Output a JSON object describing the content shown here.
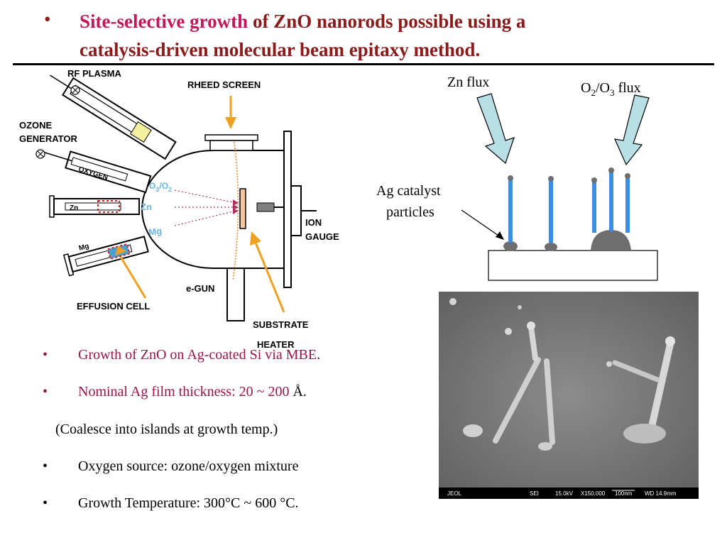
{
  "title": {
    "bullet": "•",
    "accent": "Site-selective growth",
    "rest_line1": " of ZnO nanorods possible using a",
    "line2": "catalysis-driven molecular beam epitaxy method."
  },
  "mbe_diagram": {
    "rf_plasma": "RF PLASMA",
    "rheed_screen": "RHEED SCREEN",
    "ozone_generator_1": "OZONE",
    "ozone_generator_2": "GENERATOR",
    "oxygen": "OXYGEN",
    "zn_cell": "Zn",
    "mg_cell": "Mg",
    "beam_o3o2_base": "O",
    "beam_o3o2_sub1": "3",
    "beam_o3o2_sep": "/O",
    "beam_o3o2_sub2": "2",
    "beam_zn": "Zn",
    "beam_mg": "Mg",
    "ion_gauge_1": "ION",
    "ion_gauge_2": "GAUGE",
    "egun": "e-GUN",
    "effusion_cell": "EFFUSION CELL",
    "substrate_heater_1": "SUBSTRATE",
    "substrate_heater_2": "HEATER"
  },
  "growth_schematic": {
    "zn_flux": "Zn flux",
    "o_flux_o": "O",
    "o_flux_sub1": "2",
    "o_flux_mid": "/O",
    "o_flux_sub2": "3",
    "o_flux_end": " flux",
    "ag_label_1": "Ag catalyst",
    "ag_label_2": "particles"
  },
  "sem": {
    "brand": "JEOL",
    "mode": "SEI",
    "voltage": "15.0kV",
    "magnification": "X150,000",
    "scale": "100nm",
    "wd": "WD 14.9mm"
  },
  "bullets": {
    "b1": "Growth  of ZnO on Ag-coated Si via MBE",
    "b1_end": ".",
    "b2": "Nominal Ag film thickness: 20 ~ 200",
    "b2_end": " Å.",
    "b2_sub": "(Coalesce into islands at growth temp.)",
    "b3": "Oxygen source: ozone/oxygen mixture",
    "b4": "Growth Temperature: 300°C ~ 600 °C.",
    "marker": "•"
  },
  "colors": {
    "title": "#8b1a1a",
    "accent": "#c0185a",
    "beam_label": "#69b6e0",
    "arrow_orange": "#f0a020",
    "flux_arrow": "#b8dfe6",
    "nanorod": "#3a8fe8"
  }
}
